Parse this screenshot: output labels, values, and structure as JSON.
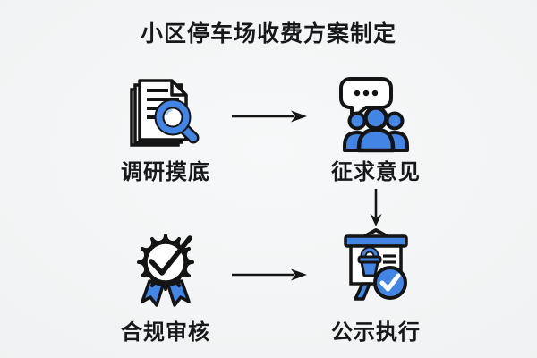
{
  "title": "小区停车场收费方案制定",
  "steps": [
    {
      "id": "survey",
      "label": "调研摸底",
      "icon": "document-magnifier-icon",
      "row": 1,
      "col": 1
    },
    {
      "id": "feedback",
      "label": "征求意见",
      "icon": "speech-bubble-people-icon",
      "row": 1,
      "col": 2
    },
    {
      "id": "compliance",
      "label": "合规审核",
      "icon": "award-badge-check-icon",
      "row": 2,
      "col": 1
    },
    {
      "id": "publish",
      "label": "公示执行",
      "icon": "presentation-board-check-icon",
      "row": 2,
      "col": 2
    }
  ],
  "flow": {
    "connections": [
      {
        "from": "调研摸底",
        "to": "征求意见",
        "direction": "right"
      },
      {
        "from": "征求意见",
        "to": "公示执行",
        "direction": "down"
      },
      {
        "from": "合规审核",
        "to": "公示执行",
        "direction": "right"
      }
    ]
  },
  "colors": {
    "accent_blue": "#4285E4",
    "highlight_blue": "#A8CCF0",
    "outline": "#141414",
    "icon_fill": "#FFFFFF",
    "text": "#17181A",
    "background": "#F0F2F3"
  }
}
